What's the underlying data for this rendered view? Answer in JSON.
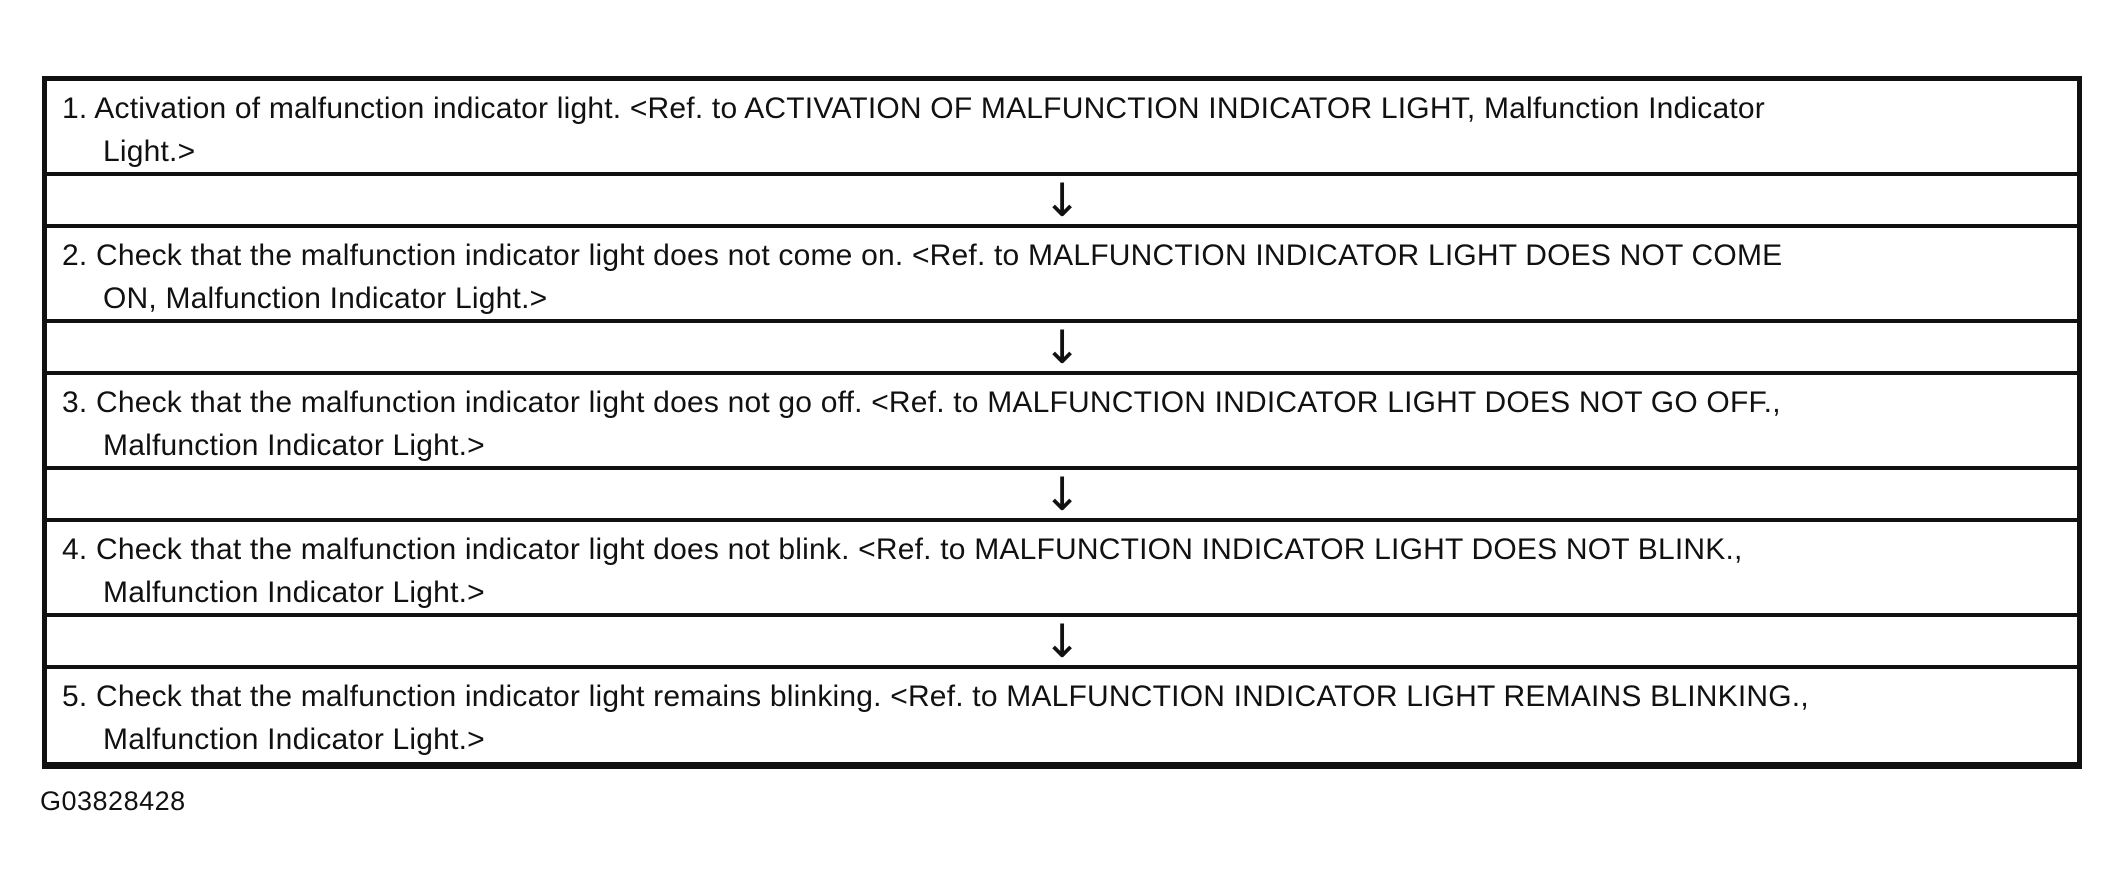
{
  "flowchart": {
    "steps": [
      {
        "lines": [
          "1. Activation of malfunction indicator light. <Ref. to ACTIVATION OF MALFUNCTION INDICATOR LIGHT, Malfunction Indicator",
          "Light.>"
        ]
      },
      {
        "lines": [
          "2. Check that the malfunction indicator light does not come on. <Ref. to MALFUNCTION INDICATOR LIGHT DOES NOT COME",
          "ON, Malfunction Indicator Light.>"
        ]
      },
      {
        "lines": [
          "3. Check that the malfunction indicator light does not go off. <Ref. to MALFUNCTION INDICATOR LIGHT DOES NOT GO OFF.,",
          "Malfunction Indicator Light.>"
        ]
      },
      {
        "lines": [
          "4. Check that the malfunction indicator light does not blink. <Ref. to MALFUNCTION INDICATOR LIGHT DOES NOT BLINK.,",
          "Malfunction Indicator Light.>"
        ]
      },
      {
        "lines": [
          "5. Check that the malfunction indicator light remains blinking. <Ref. to MALFUNCTION INDICATOR LIGHT REMAINS BLINKING.,",
          "Malfunction Indicator Light.>"
        ]
      }
    ],
    "arrow_glyph": "↓",
    "figure_id": "G03828428",
    "colors": {
      "text": "#111111",
      "border": "#111111",
      "background": "#ffffff"
    }
  }
}
